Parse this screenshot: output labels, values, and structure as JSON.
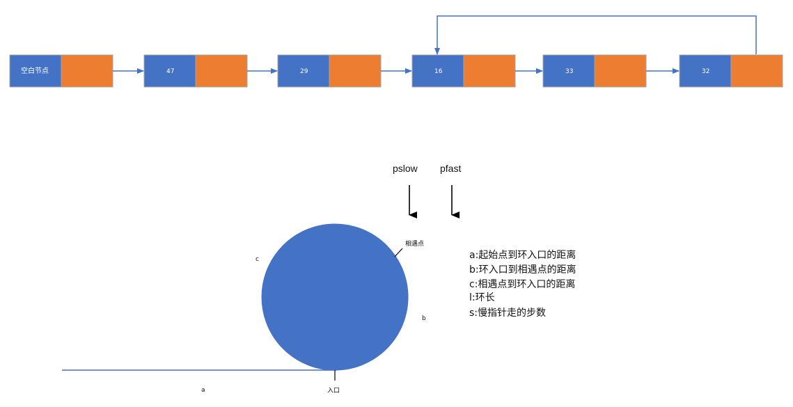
{
  "colors": {
    "node_value": "#4472c4",
    "node_next": "#ed7d31",
    "node_border": "#a5a5a5",
    "arrow": "#4472c4",
    "ring": "#4472c4",
    "pointer_arrow": "#000000"
  },
  "linked_list": {
    "nodes": [
      {
        "label": "空白节点"
      },
      {
        "label": "47"
      },
      {
        "label": "29"
      },
      {
        "label": "16"
      },
      {
        "label": "33"
      },
      {
        "label": "32"
      }
    ],
    "cycle_target_index": 3
  },
  "pointers": {
    "slow": "pslow",
    "fast": "pfast"
  },
  "ring": {
    "meet_label": "相遇点",
    "c_label": "c",
    "b_label": "b",
    "a_label": "a",
    "entry_label": "入口"
  },
  "legend": [
    "a:起始点到环入口的距离",
    "b:环入口到相遇点的距离",
    "c:相遇点到环入口的距离",
    "l:环长",
    "s:慢指针走的步数"
  ]
}
